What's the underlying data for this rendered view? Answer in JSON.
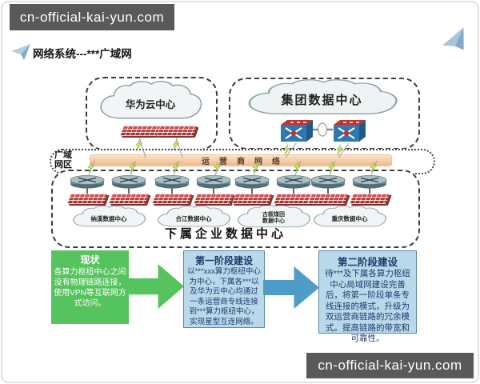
{
  "watermark": {
    "top": "cn-official-kai-yun.com",
    "bottom": "cn-official-kai-yun.com"
  },
  "page": {
    "title": "网络系统---***广域网"
  },
  "diagram": {
    "huawei_cloud": {
      "label": "华为云中心"
    },
    "group_dc": {
      "label": "集团数据中心"
    },
    "wan_zone": {
      "line1": "广域",
      "line2": "网区"
    },
    "carrier_bar": {
      "label": "运营商网络"
    },
    "sites_caption": "下属企业数据中心",
    "sites": [
      {
        "line1": "纳溪数据中心",
        "line2": ""
      },
      {
        "line1": "合江数据中心",
        "line2": ""
      },
      {
        "line1": "古叙煤田",
        "line2": "数据中心"
      },
      {
        "line1": "重庆数据中心",
        "line2": ""
      }
    ]
  },
  "phases": [
    {
      "title": "现状",
      "body": "各算力枢纽中心之间没有物理链路连接，使用VPN等互联网方式访问。"
    },
    {
      "title": "第一阶段建设",
      "body": "以***xxx算力枢纽中心为中心，下属各***以及华为云中心均通过一条运营商专线连接到***算力枢纽中心，实现星型互连网络。"
    },
    {
      "title": "第二阶段建设",
      "body": "待***及下属各算力枢纽中心局域网建设完善后，将第一阶段单条专线连接的模式，升级为双运营商链路的冗余模式。提高链路的带宽和可靠性。"
    }
  ],
  "colors": {
    "watermark_bg": "#595959",
    "phase_green": "#55c35e",
    "phase_blue_fill": "#b9d8e9",
    "arrow_blue": "#4f9ccb",
    "carrier_bar": "#f4c59c",
    "firewall_red": "#c0392b",
    "router_blue": "#2f79b3",
    "router_teal": "#aebfc4",
    "bolt_green": "#c6e86f"
  },
  "icons": {
    "title_marker": "paper-plane-icon",
    "corner": "paper-plane-icon",
    "cloud": "cloud-icon",
    "firewall": "firewall-icon",
    "router": "router-icon",
    "core_switch": "core-switch-icon",
    "link_bolt": "lightning-bolt-icon"
  }
}
